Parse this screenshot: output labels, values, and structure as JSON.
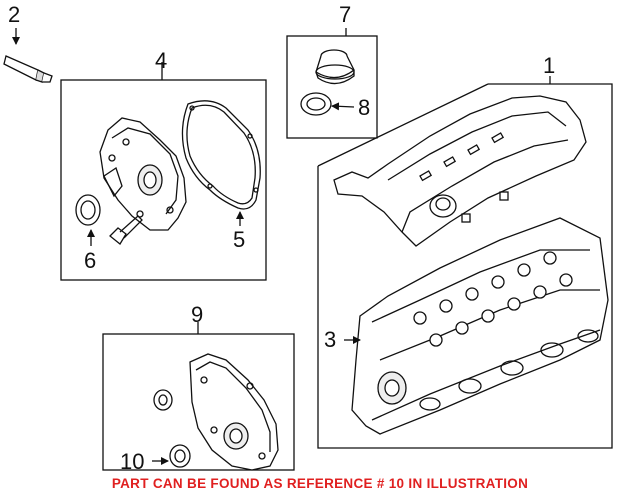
{
  "callouts": {
    "c1": "1",
    "c2": "2",
    "c3": "3",
    "c4": "4",
    "c5": "5",
    "c6": "6",
    "c7": "7",
    "c8": "8",
    "c9": "9",
    "c10": "10"
  },
  "footer_note": "PART CAN BE FOUND AS REFERENCE # 10 IN ILLUSTRATION",
  "colors": {
    "line": "#111111",
    "note": "#e02020",
    "fill": "#ffffff",
    "shade": "#bdbdbd"
  }
}
